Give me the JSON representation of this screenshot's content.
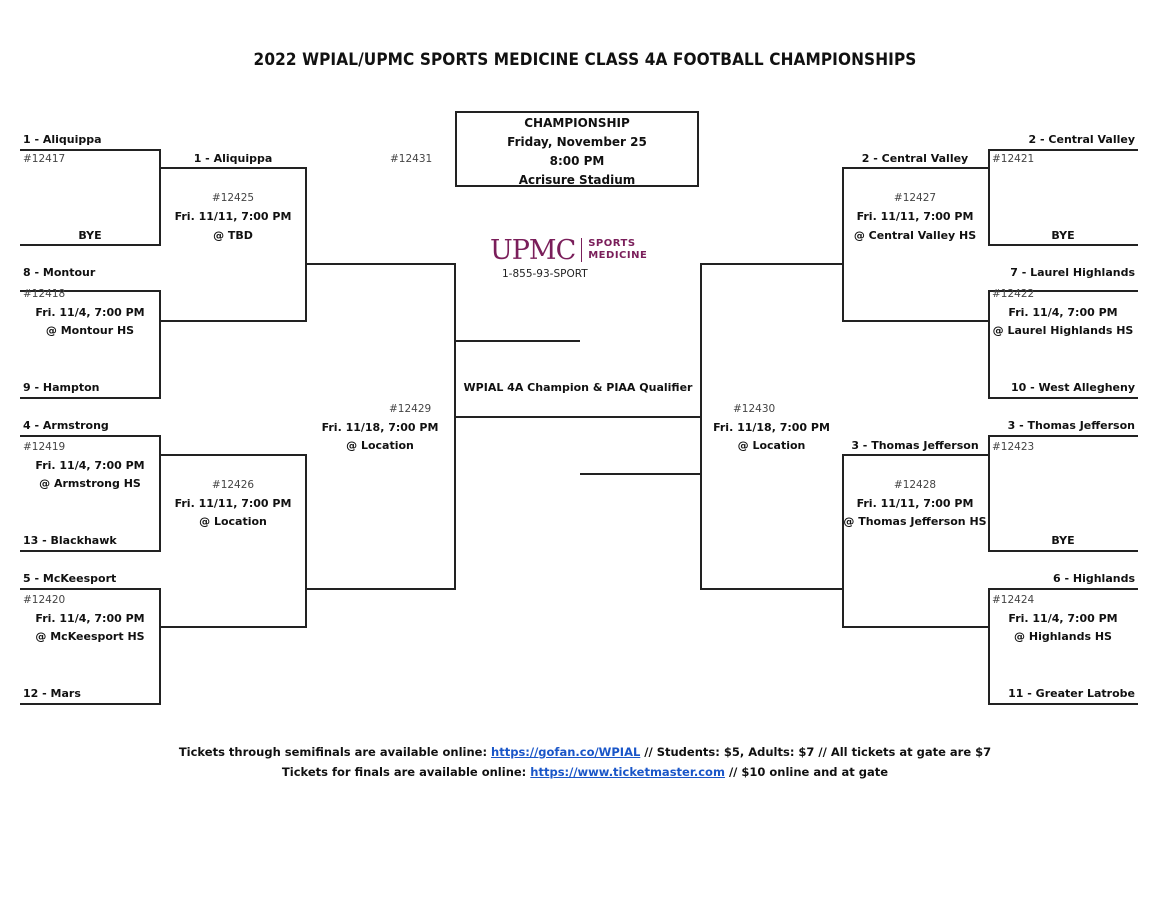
{
  "title": "2022 WPIAL/UPMC SPORTS MEDICINE CLASS 4A FOOTBALL CHAMPIONSHIPS",
  "championship": {
    "heading": "CHAMPIONSHIP",
    "date": "Friday, November 25",
    "time": "8:00 PM",
    "venue": "Acrisure Stadium",
    "game_id": "#12431",
    "winner_label": "WPIAL 4A Champion & PIAA Qualifier"
  },
  "sponsor": {
    "logo_main": "UPMC",
    "logo_sub_1": "SPORTS",
    "logo_sub_2": "MEDICINE",
    "phone": "1-855-93-SPORT",
    "color": "#7a1e5a"
  },
  "left": {
    "round1": [
      {
        "top_team": "1 - Aliquippa",
        "game_id": "#12417",
        "date": "",
        "location": "",
        "bottom_team": "BYE"
      },
      {
        "top_team": "8 - Montour",
        "game_id": "#12418",
        "date": "Fri. 11/4, 7:00 PM",
        "location": "@ Montour HS",
        "bottom_team": "9 - Hampton"
      },
      {
        "top_team": "4 - Armstrong",
        "game_id": "#12419",
        "date": "Fri. 11/4, 7:00 PM",
        "location": "@ Armstrong HS",
        "bottom_team": "13 - Blackhawk"
      },
      {
        "top_team": "5 - McKeesport",
        "game_id": "#12420",
        "date": "Fri. 11/4, 7:00 PM",
        "location": "@ McKeesport HS",
        "bottom_team": "12 - Mars"
      }
    ],
    "round2": [
      {
        "top_team": "1 - Aliquippa",
        "game_id": "#12425",
        "date": "Fri. 11/11, 7:00 PM",
        "location": "@ TBD"
      },
      {
        "top_team": "",
        "game_id": "#12426",
        "date": "Fri. 11/11, 7:00 PM",
        "location": "@ Location"
      }
    ],
    "semifinal": {
      "game_id": "#12429",
      "date": "Fri. 11/18, 7:00 PM",
      "location": "@ Location"
    }
  },
  "right": {
    "round1": [
      {
        "top_team": "2 - Central Valley",
        "game_id": "#12421",
        "date": "",
        "location": "",
        "bottom_team": "BYE"
      },
      {
        "top_team": "7 - Laurel Highlands",
        "game_id": "#12422",
        "date": "Fri. 11/4, 7:00 PM",
        "location": "@ Laurel Highlands HS",
        "bottom_team": "10 - West Allegheny"
      },
      {
        "top_team": "3 - Thomas Jefferson",
        "game_id": "#12423",
        "date": "",
        "location": "",
        "bottom_team": "BYE"
      },
      {
        "top_team": "6 - Highlands",
        "game_id": "#12424",
        "date": "Fri. 11/4, 7:00 PM",
        "location": "@ Highlands HS",
        "bottom_team": "11 - Greater Latrobe"
      }
    ],
    "round2": [
      {
        "top_team": "2 - Central Valley",
        "game_id": "#12427",
        "date": "Fri. 11/11, 7:00 PM",
        "location": "@ Central Valley HS"
      },
      {
        "top_team": "3 - Thomas Jefferson",
        "game_id": "#12428",
        "date": "Fri. 11/11, 7:00 PM",
        "location": "@ Thomas Jefferson HS"
      }
    ],
    "semifinal": {
      "game_id": "#12430",
      "date": "Fri. 11/18, 7:00 PM",
      "location": "@ Location"
    }
  },
  "footer": {
    "line1_prefix": "Tickets through semifinals are available online: ",
    "line1_link": "https://gofan.co/WPIAL",
    "line1_suffix": " // Students: $5, Adults: $7 // All tickets at gate are $7",
    "line2_prefix": "Tickets for finals are available online: ",
    "line2_link": "https://www.ticketmaster.com",
    "line2_suffix": " // $10 online and at gate",
    "link_color": "#1a56c8"
  }
}
